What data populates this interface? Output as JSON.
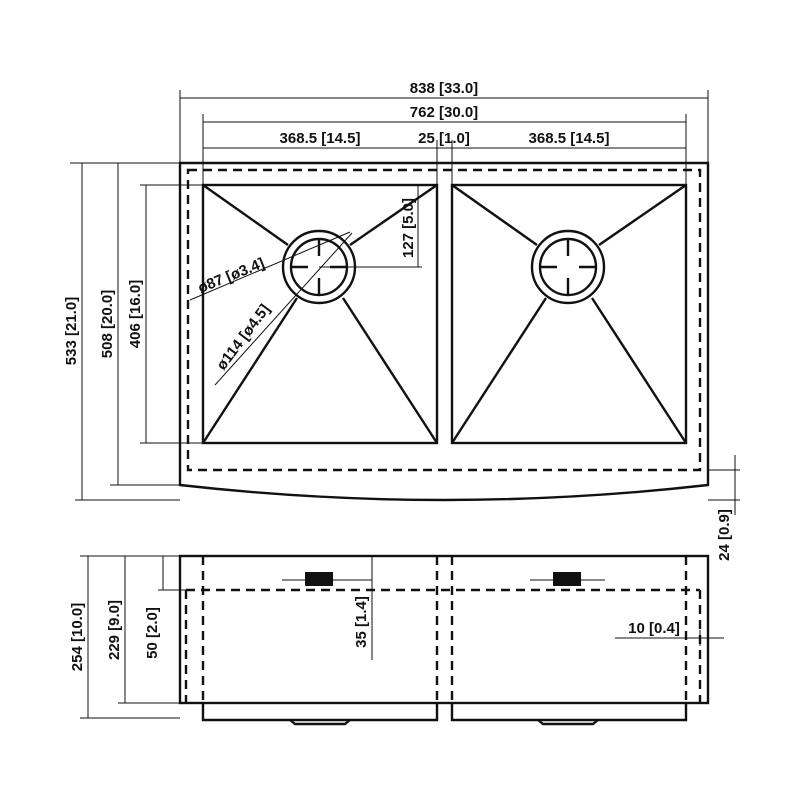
{
  "top_view": {
    "overall_width": "838 [33.0]",
    "bowls_width": "762 [30.0]",
    "left_bowl_width": "368.5 [14.5]",
    "divider_width": "25 [1.0]",
    "right_bowl_width": "368.5 [14.5]",
    "overall_depth": "533 [21.0]",
    "side_depth": "508 [20.0]",
    "bowl_depth": "406 [16.0]",
    "drain_offset": "127 [5.0]",
    "drain_inner_dia": "ø87 [ø3.4]",
    "drain_outer_dia": "ø114 [ø4.5]",
    "apron_curve": "24 [0.9]"
  },
  "front_view": {
    "overall_height": "254 [10.0]",
    "bowl_height": "229 [9.0]",
    "apron_height": "50 [2.0]",
    "overflow_height": "35 [1.4]",
    "wall_thickness": "10 [0.4]"
  }
}
